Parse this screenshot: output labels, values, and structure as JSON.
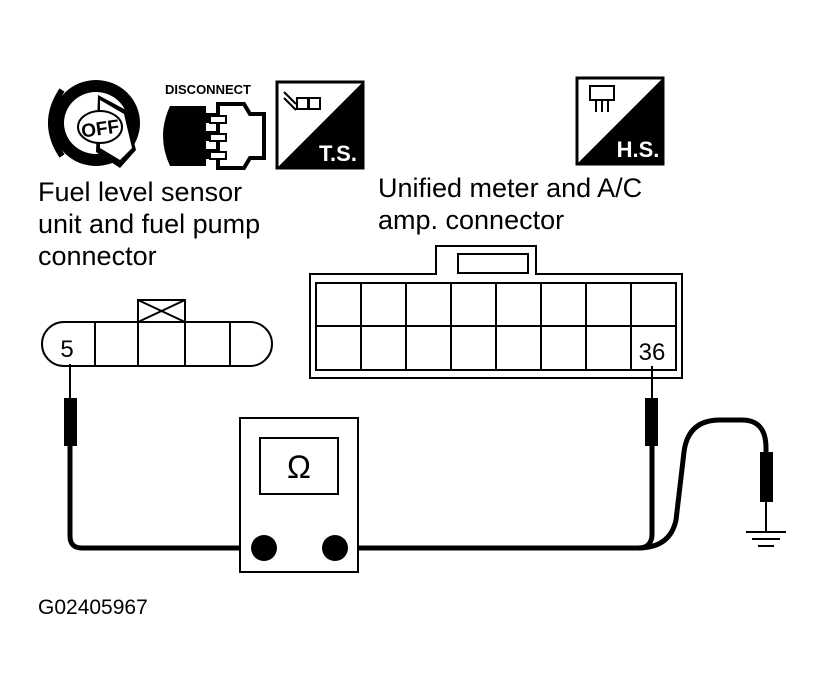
{
  "icons": {
    "ignition": {
      "label": "OFF",
      "name": "ignition-key-off-icon"
    },
    "disconnect": {
      "label": "DISCONNECT",
      "name": "disconnect-connector-icon"
    },
    "terminal_side": {
      "label": "T.S.",
      "name": "terminal-side-icon"
    },
    "harness_side": {
      "label": "H.S.",
      "name": "harness-side-icon"
    }
  },
  "connectors": {
    "fuel": {
      "label_lines": [
        "Fuel level sensor",
        "unit and fuel pump",
        "connector"
      ],
      "terminal": "5"
    },
    "meter": {
      "label_lines": [
        "Unified meter and A/C",
        "amp. connector"
      ],
      "terminal": "36"
    }
  },
  "meter": {
    "symbol": "Ω",
    "name": "ohmmeter"
  },
  "ground": {
    "name": "ground-symbol"
  },
  "figure_id": "G02405967",
  "colors": {
    "line": "#000000",
    "background": "#ffffff"
  }
}
